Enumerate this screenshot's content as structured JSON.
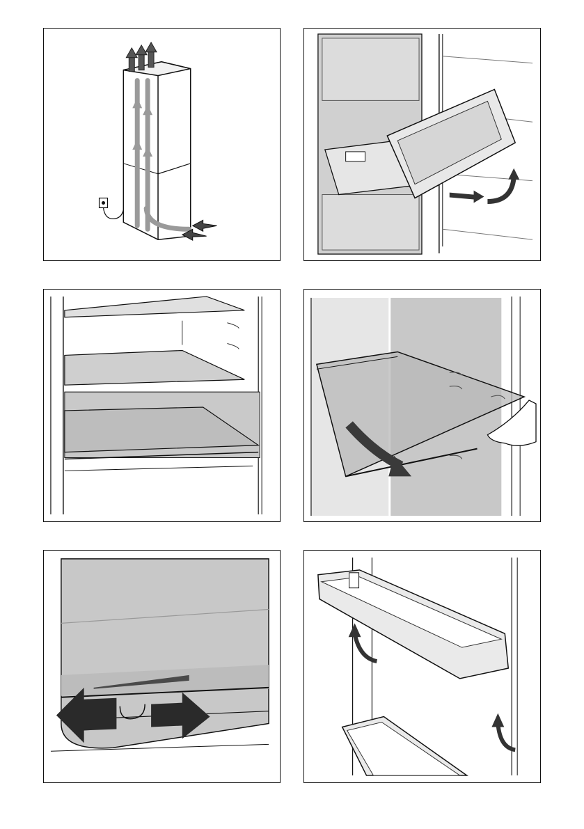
{
  "panels": [
    {
      "id": "p1",
      "icon": "fridge-ventilation-illustration"
    },
    {
      "id": "p2",
      "icon": "freezer-drawer-removal-illustration"
    },
    {
      "id": "p3",
      "icon": "fridge-shelves-illustration"
    },
    {
      "id": "p4",
      "icon": "glass-shelf-removal-illustration"
    },
    {
      "id": "p5",
      "icon": "shelf-adjust-arrows-illustration"
    },
    {
      "id": "p6",
      "icon": "door-rack-removal-illustration"
    }
  ],
  "colors": {
    "outline": "#111111",
    "arrow_dark": "#2a2a2a",
    "panel_grey": "#c8c8c8",
    "light_grey": "#e2e2e2",
    "arrow_grey": "#8e8e8e"
  }
}
